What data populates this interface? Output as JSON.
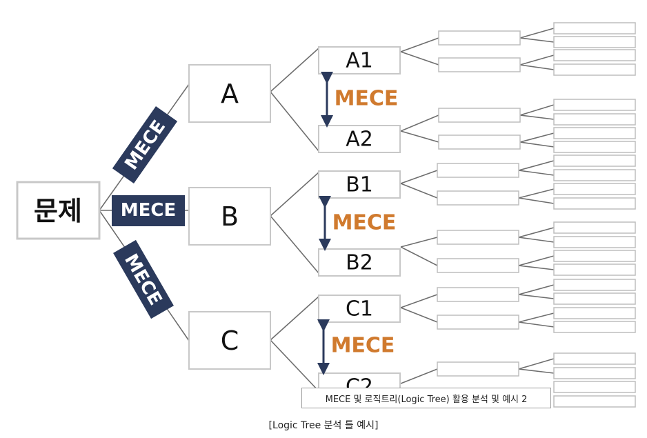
{
  "diagram": {
    "root": "문제",
    "level1": [
      "A",
      "B",
      "C"
    ],
    "level2": [
      "A1",
      "A2",
      "B1",
      "B2",
      "C1",
      "C2"
    ],
    "band_label": "MECE",
    "mece_label": "MECE",
    "band_color": "#2b3a5c",
    "mece_color": "#d07a2e",
    "line_color": "#6e6e6e"
  },
  "tooltip": "MECE 및 로직트리(Logic Tree) 활용 분석 및 예시 2",
  "caption": "[Logic Tree 분석 틀 예시]"
}
